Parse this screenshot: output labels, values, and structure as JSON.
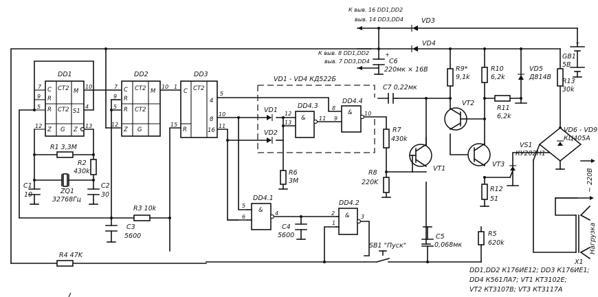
{
  "diagram": {
    "title": "",
    "chips": {
      "dd1": {
        "name": "DD1",
        "cells": [
          "C",
          "CT2",
          "M",
          "R",
          "R",
          "CT2",
          "S1",
          "Z",
          "G",
          "Z"
        ],
        "pins": [
          "7",
          "9",
          "5",
          "12",
          "10",
          "4",
          "13"
        ]
      },
      "dd2": {
        "name": "DD2",
        "cells": [
          "C",
          "CT2",
          "M",
          "R",
          "R",
          "CT2",
          "Z",
          "G"
        ],
        "pins": [
          "7",
          "9",
          "5",
          "12",
          "10"
        ]
      },
      "dd3": {
        "name": "DD3",
        "cells": [
          "C",
          "CT2",
          "R",
          "4",
          "8",
          "16"
        ],
        "pins": [
          "1",
          "15",
          "5",
          "10",
          "11"
        ]
      },
      "dd43": {
        "name": "DD4.3",
        "symbol": "&",
        "pins": [
          "12",
          "13",
          "11"
        ]
      },
      "dd44": {
        "name": "DD4.4",
        "symbol": "&",
        "pins": [
          "8",
          "9",
          "10"
        ]
      },
      "dd41": {
        "name": "DD4.1",
        "symbol": "&",
        "pins": [
          "5",
          "6",
          "4"
        ]
      },
      "dd42": {
        "name": "DD4.2",
        "symbol": "&",
        "pins": [
          "2",
          "1",
          "3"
        ]
      }
    },
    "components": {
      "r1": "R1 3,3M",
      "r2_name": "R2",
      "r2_val": "430k",
      "r3": "R3 10k",
      "r4": "R4 47K",
      "r5_name": "R5",
      "r5_val": "620k",
      "r6_name": "R6",
      "r6_val": "3M",
      "r7_name": "R7",
      "r7_val": "430k",
      "r8_name": "R8",
      "r8_val": "220K",
      "r9_name": "R9*",
      "r9_val": "9,1k",
      "r10_name": "R10",
      "r10_val": "6,2k",
      "r11_name": "R11",
      "r11_val": "6,2k",
      "r12_name": "R12",
      "r12_val": "51",
      "r13_name": "R13",
      "r13_val": "30k",
      "c1_name": "C1",
      "c1_val": "10",
      "c2_name": "C2",
      "c2_val": "30",
      "c3_name": "C3",
      "c3_val": "5600",
      "c4_name": "C4",
      "c4_val": "5600",
      "c5_name": "C5",
      "c5_val": "0,068мк",
      "c6_name": "C6",
      "c6_val": "220мк × 16В",
      "c7": "C7 0,22мк",
      "zq1_name": "ZQ1",
      "zq1_val": "32768Гц",
      "vd_group": "VD1 - VD4 КД522Б",
      "vd1": "VD1",
      "vd2": "VD2",
      "vd3": "VD3",
      "vd4": "VD4",
      "vd5_name": "VD5",
      "vd5_val": "Д814В",
      "vd69_name": "VD6 - VD9",
      "vd69_val": "КЦ405А",
      "vt1": "VT1",
      "vt2": "VT2",
      "vt3": "VT3",
      "vs1_name": "VS1",
      "vs1_val": "КУ202Н1",
      "gb1_name": "GB1",
      "gb1_val": "5В",
      "sb1": "SB1 \"Пуск\"",
      "x1": "X1",
      "mains": "~ 220В",
      "load": "Нагрузка"
    },
    "power_notes": {
      "top_line1": "К выв. 16 DD1,DD2",
      "top_line2": "выв. 14 DD3,DD4",
      "mid_line1": "К выв. 8 DD1,DD2",
      "mid_line2": "выв. 7 DD3,DD4"
    },
    "legend": {
      "line1": "DD1,DD2 К176ИЕ12; DD3 К176ИЕ1;",
      "line2": "DD4 К561ЛА7; VT1 КТ3102Е;",
      "line3": "VT2 КТ3107В; VT3 КТ3117А"
    }
  }
}
